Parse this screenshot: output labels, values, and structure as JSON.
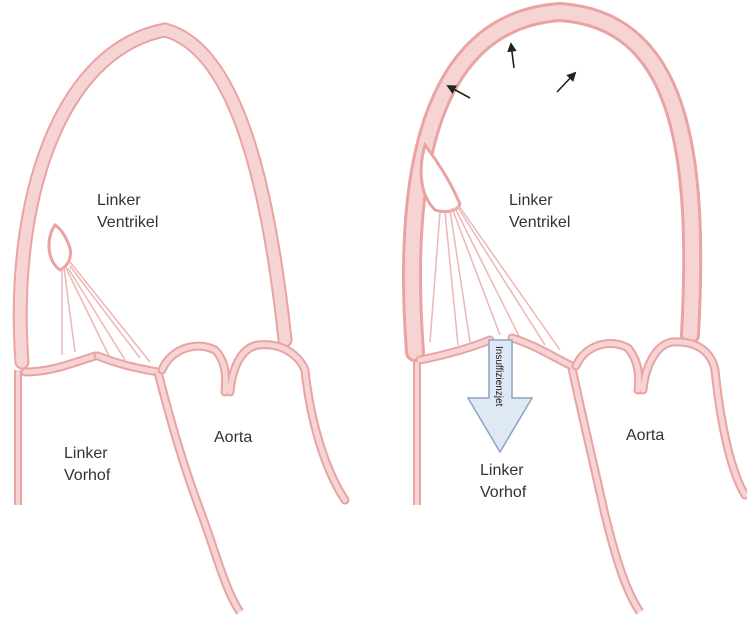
{
  "left_panel": {
    "ventricle_label": [
      "Linker",
      "Ventrikel"
    ],
    "atrium_label": [
      "Linker",
      "Vorhof"
    ],
    "aorta_label": "Aorta"
  },
  "right_panel": {
    "ventricle_label": [
      "Linker",
      "Ventrikel"
    ],
    "atrium_label": [
      "Linker",
      "Vorhof"
    ],
    "aorta_label": "Aorta",
    "jet_label": "Insuffizienzjet"
  },
  "colors": {
    "tissue_fill": "#f4c6c6",
    "tissue_edge": "#e9a3a3",
    "jet_fill": "#dfe9f6",
    "jet_edge": "#8aa4c6",
    "arrow": "#222222"
  }
}
